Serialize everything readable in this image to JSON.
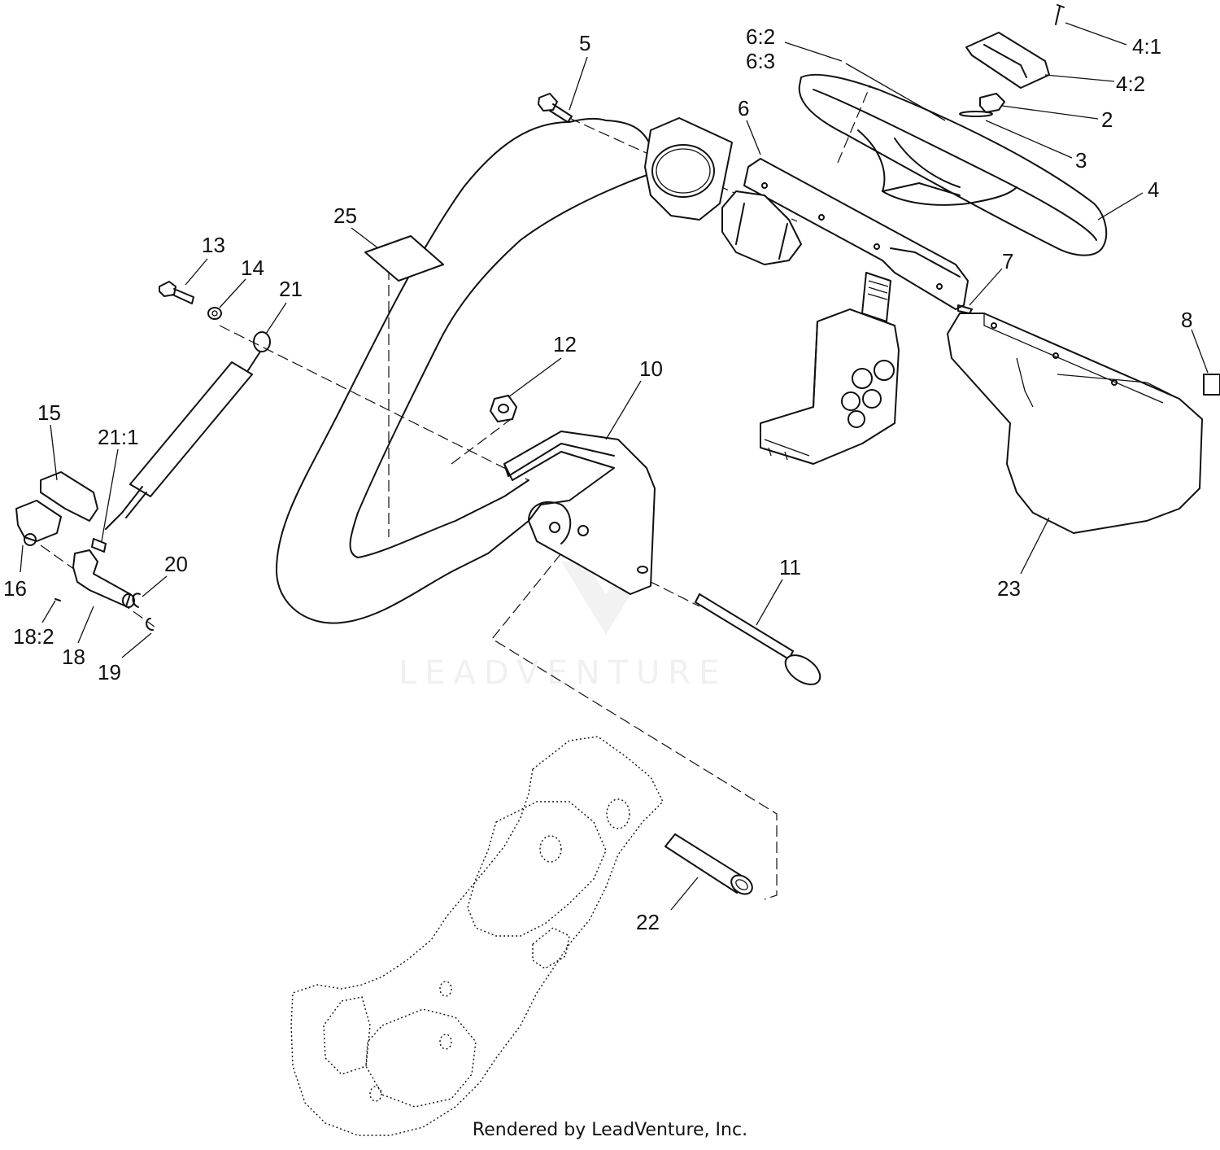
{
  "watermark": {
    "brand": "LEADVENTURE"
  },
  "callouts": {
    "c5": "5",
    "c6_2": "6:2",
    "c6_3": "6:3",
    "c4_1": "4:1",
    "c4_2": "4:2",
    "c2": "2",
    "c3": "3",
    "c4": "4",
    "c6": "6",
    "c7": "7",
    "c8": "8",
    "c25": "25",
    "c13": "13",
    "c14": "14",
    "c21": "21",
    "c12": "12",
    "c10": "10",
    "c15": "15",
    "c21_1": "21:1",
    "c16": "16",
    "c20": "20",
    "c18_2": "18:2",
    "c18": "18",
    "c19": "19",
    "c11": "11",
    "c23": "23",
    "c22": "22"
  },
  "footer": {
    "rendered_by": "Rendered by LeadVenture, Inc."
  }
}
